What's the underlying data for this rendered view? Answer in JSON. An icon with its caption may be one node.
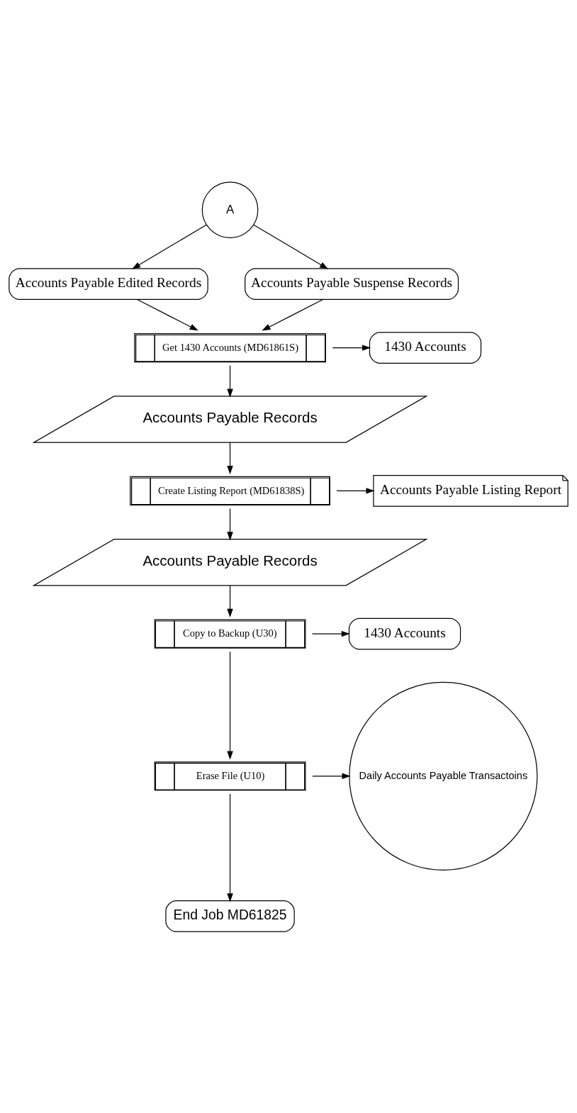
{
  "diagram": {
    "nodes": [
      {
        "text": [
          "A"
        ]
      },
      {
        "text": [
          "Accounts Payable Edited Records"
        ]
      },
      {
        "text": [
          "Accounts Payable Suspense Records"
        ]
      },
      {
        "text": [
          "Get 1430 Accounts (MD61861S)"
        ]
      },
      {
        "text": [
          "1430 Accounts"
        ]
      },
      {
        "text": [
          "Accounts Payable Records"
        ]
      },
      {
        "text": [
          "Create Listing Report (MD61838S)"
        ]
      },
      {
        "text": [
          "Accounts Payable Listing Report"
        ]
      },
      {
        "text": [
          "Accounts Payable Records"
        ]
      },
      {
        "text": [
          "Copy to Backup (U30)"
        ]
      },
      {
        "text": [
          "1430 Accounts"
        ]
      },
      {
        "text": [
          "Erase File (U10)"
        ]
      },
      {
        "text": [
          "Daily Accounts Payable Transactoins"
        ]
      },
      {
        "text": [
          "End Job MD61825"
        ]
      }
    ],
    "edges": [
      {
        "from": 0,
        "to": 1,
        "arrow": "to"
      },
      {
        "from": 0,
        "to": 2,
        "arrow": "to"
      },
      {
        "from": 1,
        "to": 3,
        "arrow": "to"
      },
      {
        "from": 2,
        "to": 3,
        "arrow": "to"
      },
      {
        "from": 3,
        "to": 4,
        "arrow": "to"
      },
      {
        "from": 3,
        "to": 5,
        "arrow": "to"
      },
      {
        "from": 5,
        "to": 6,
        "arrow": "to"
      },
      {
        "from": 6,
        "to": 7,
        "arrow": "to"
      },
      {
        "from": 6,
        "to": 8,
        "arrow": "to"
      },
      {
        "from": 8,
        "to": 9,
        "arrow": "to"
      },
      {
        "from": 9,
        "to": 10,
        "arrow": "to"
      },
      {
        "from": 9,
        "to": 11,
        "arrow": "to"
      },
      {
        "from": 11,
        "to": 12,
        "arrow": "to"
      },
      {
        "from": 11,
        "to": 13,
        "arrow": "to"
      }
    ]
  }
}
